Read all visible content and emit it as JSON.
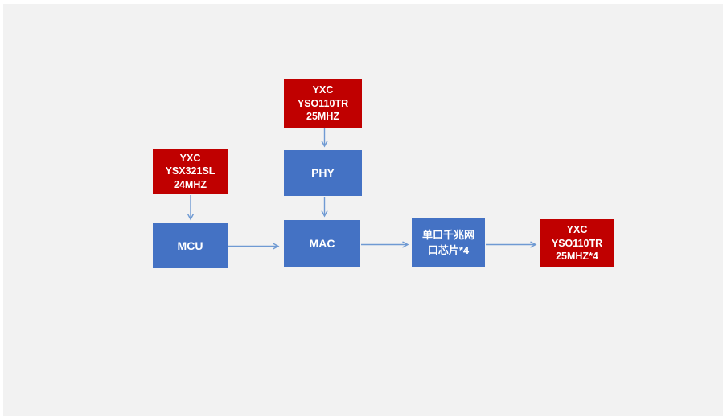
{
  "diagram": {
    "title": "ethernet-clock-block-diagram",
    "canvas_background": "#f2f2f2",
    "colors": {
      "crystal_red": "#c00000",
      "chip_blue": "#4472c4",
      "connector_blue": "#6f9ad3",
      "label_text": "#ffffff"
    },
    "nodes": [
      {
        "id": "crystal-yso110tr-25mhz",
        "label": "YXC\nYSO110TR\n25MHZ",
        "type": "crystal"
      },
      {
        "id": "phy",
        "label": "PHY",
        "type": "chip"
      },
      {
        "id": "crystal-ysx321sl-24mhz",
        "label": "YXC\nYSX321SL\n24MHZ",
        "type": "crystal"
      },
      {
        "id": "mcu",
        "label": "MCU",
        "type": "chip"
      },
      {
        "id": "mac",
        "label": "MAC",
        "type": "chip"
      },
      {
        "id": "gigabit-port-chip",
        "label": "单口千兆网\n口芯片*4",
        "type": "chip"
      },
      {
        "id": "crystal-yso110tr-25mhz-x4",
        "label": "YXC\nYSO110TR\n25MHZ*4",
        "type": "crystal"
      }
    ],
    "edges": [
      {
        "from": "crystal-yso110tr-25mhz",
        "to": "phy"
      },
      {
        "from": "phy",
        "to": "mac"
      },
      {
        "from": "crystal-ysx321sl-24mhz",
        "to": "mcu"
      },
      {
        "from": "mcu",
        "to": "mac"
      },
      {
        "from": "mac",
        "to": "gigabit-port-chip"
      },
      {
        "from": "gigabit-port-chip",
        "to": "crystal-yso110tr-25mhz-x4"
      }
    ]
  }
}
